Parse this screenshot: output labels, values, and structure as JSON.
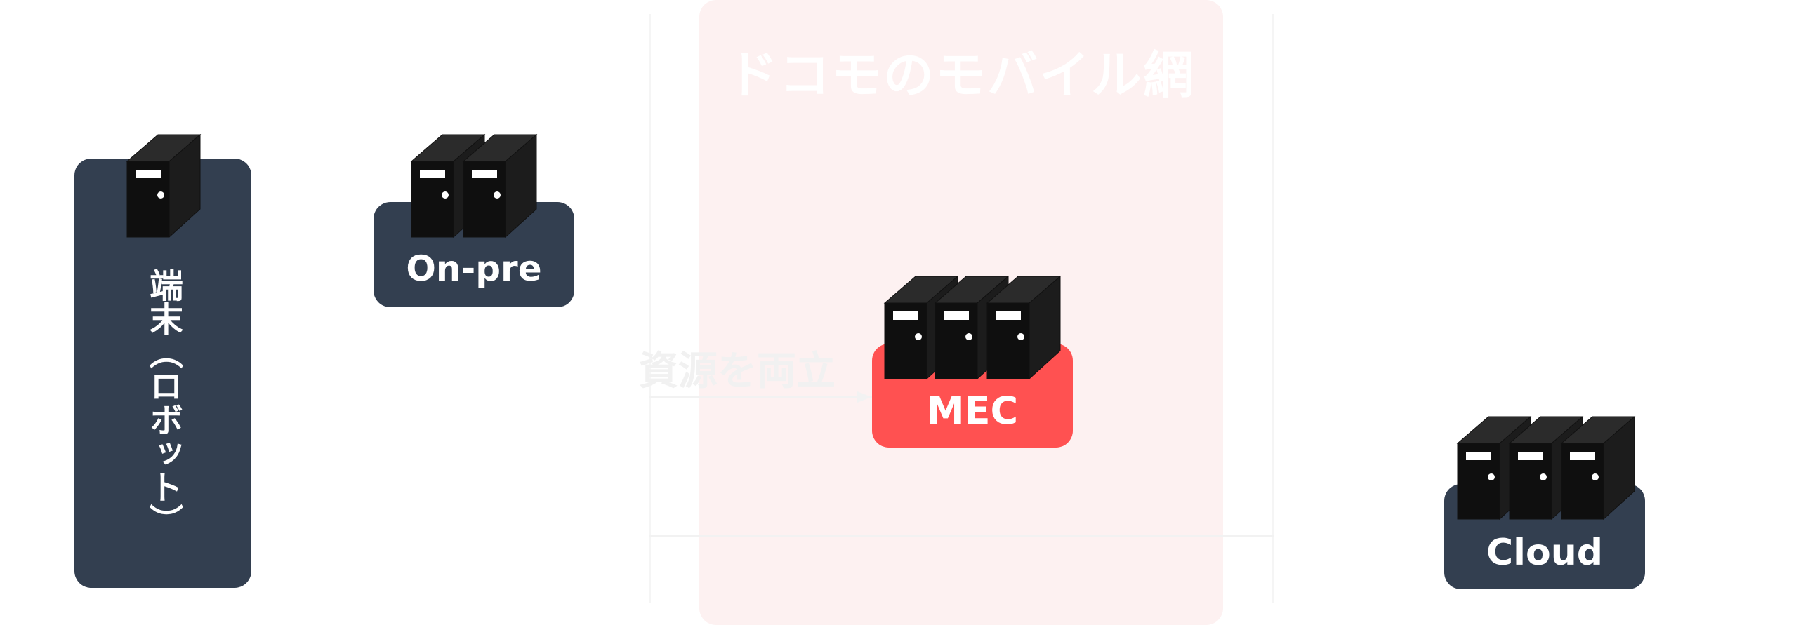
{
  "network": {
    "title": "ドコモのモバイル網"
  },
  "connector": {
    "text": "資源を両立"
  },
  "nodes": {
    "terminal": {
      "label": "端末（ロボット）"
    },
    "onpre": {
      "label": "On-pre"
    },
    "mec": {
      "label": "MEC"
    },
    "cloud": {
      "label": "Cloud"
    }
  },
  "icons": [
    "server-icon"
  ],
  "colors": {
    "dark_card": "#333f50",
    "mec_card": "#ff5151",
    "network_bg": "#fdf1f1",
    "server_front": "#0f0f0f",
    "server_side": "#2a2a2a"
  }
}
